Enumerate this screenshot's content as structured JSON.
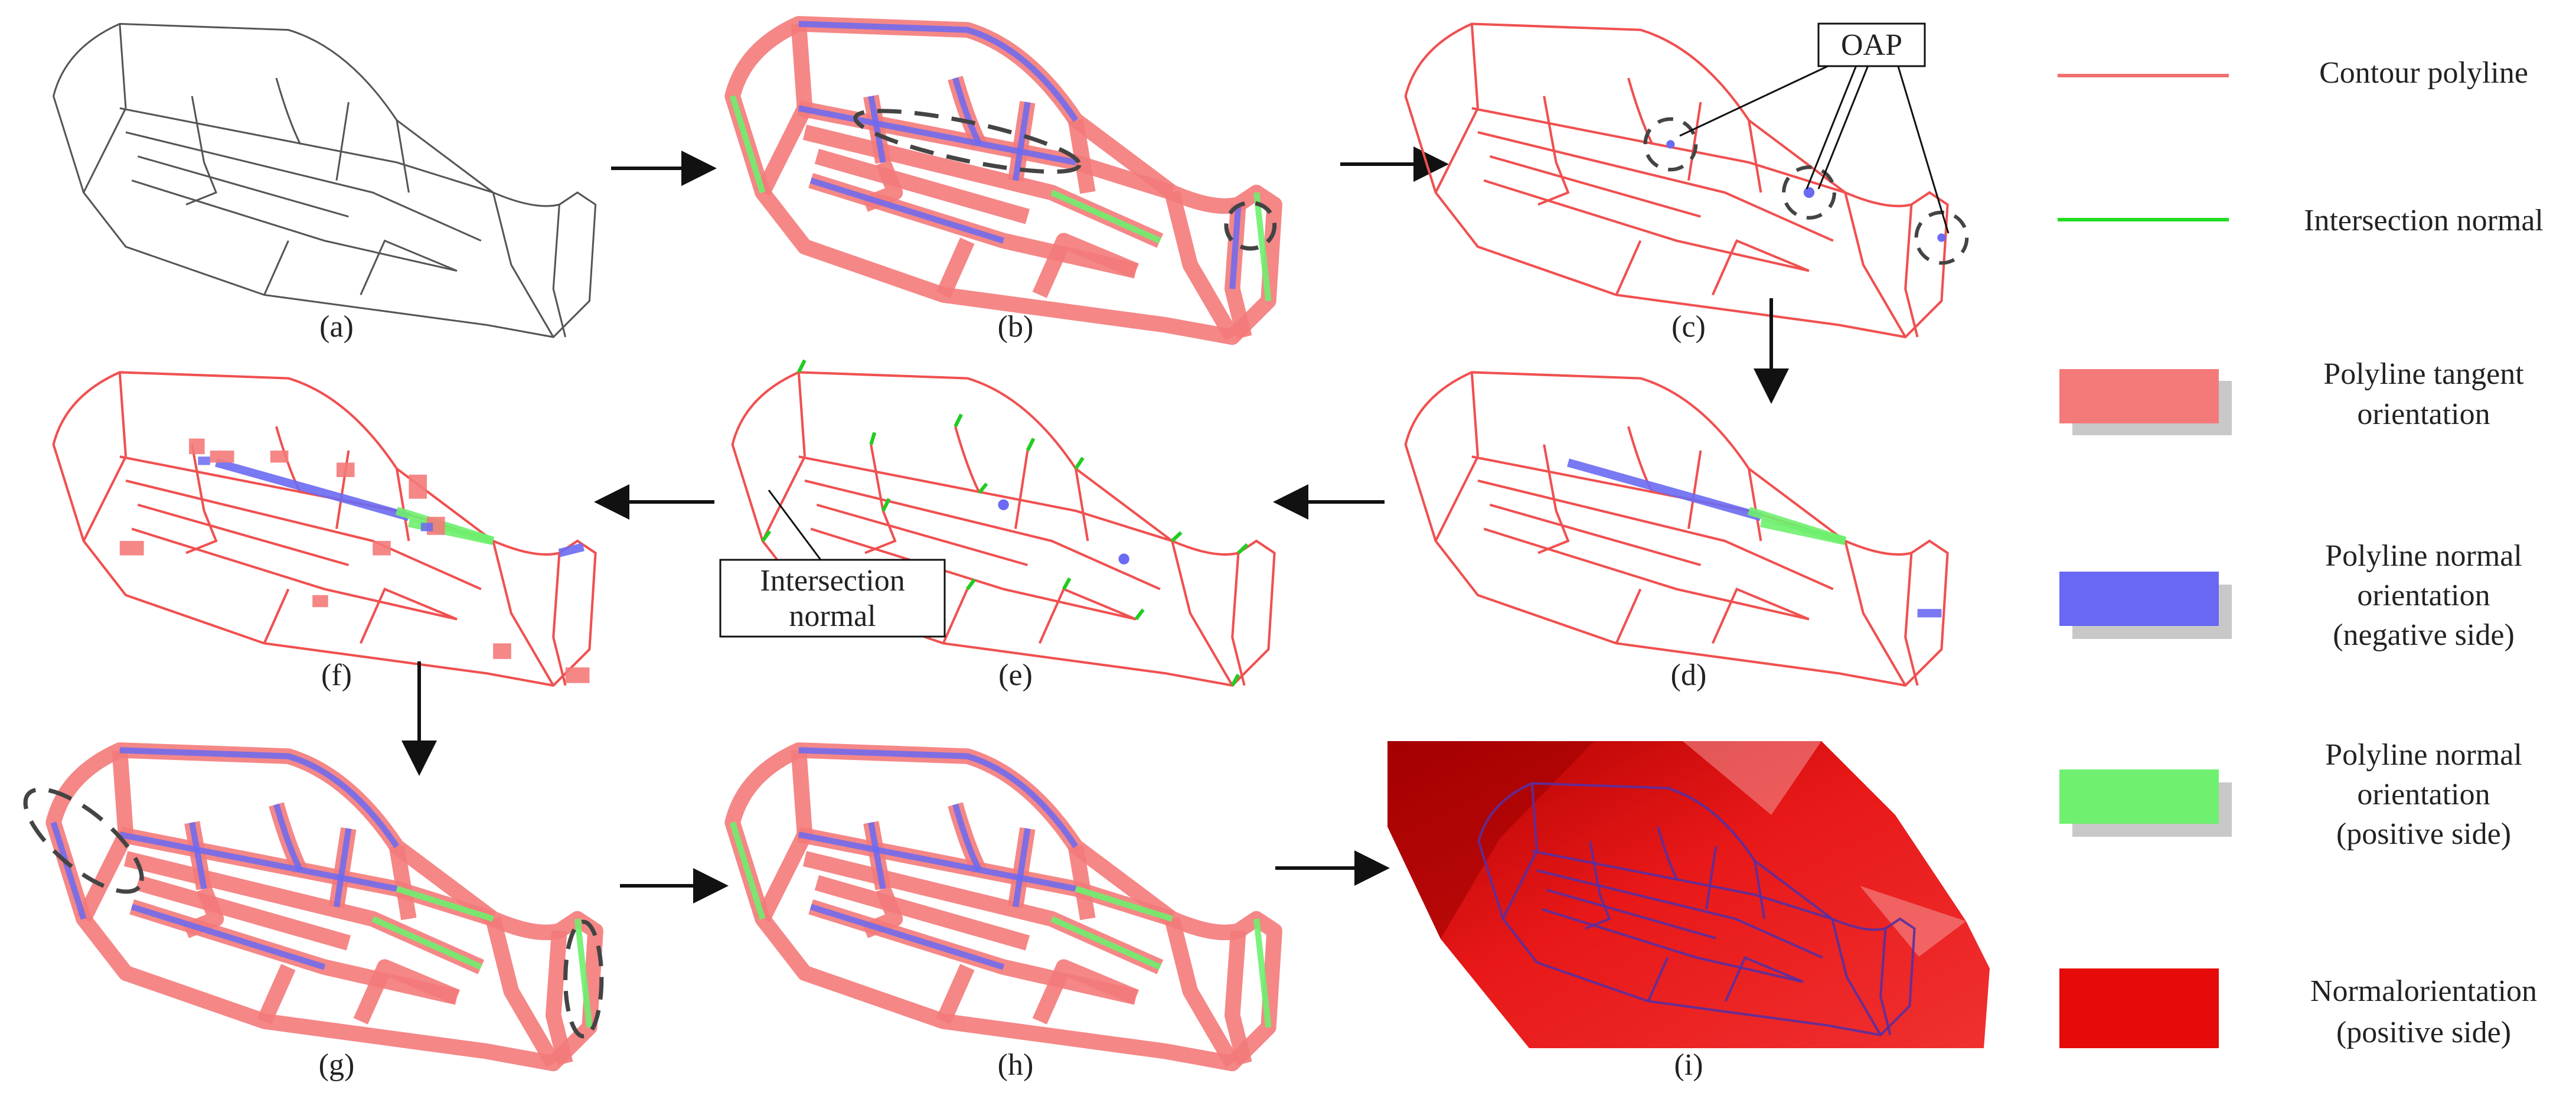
{
  "panels": [
    {
      "id": "a",
      "label": "(a)"
    },
    {
      "id": "b",
      "label": "(b)"
    },
    {
      "id": "c",
      "label": "(c)"
    },
    {
      "id": "d",
      "label": "(d)"
    },
    {
      "id": "e",
      "label": "(e)"
    },
    {
      "id": "f",
      "label": "(f)"
    },
    {
      "id": "g",
      "label": "(g)"
    },
    {
      "id": "h",
      "label": "(h)"
    },
    {
      "id": "i",
      "label": "(i)"
    }
  ],
  "callouts": {
    "oap": "OAP",
    "intersection_normal_line1": "Intersection",
    "intersection_normal_line2": "normal"
  },
  "legend": [
    {
      "lines": [
        "Contour polyline"
      ],
      "swatch": "line",
      "color": "#f07070"
    },
    {
      "lines": [
        "Intersection normal"
      ],
      "swatch": "line",
      "color": "#22dd22"
    },
    {
      "lines": [
        "Polyline tangent",
        "orientation"
      ],
      "swatch": "box",
      "color": "#f47a7a"
    },
    {
      "lines": [
        "Polyline normal",
        "orientation",
        "(negative side)"
      ],
      "swatch": "box",
      "color": "#6868f4"
    },
    {
      "lines": [
        "Polyline normal",
        "orientation",
        "(positive side)"
      ],
      "swatch": "box",
      "color": "#70f070"
    },
    {
      "lines": [
        "Normalorientation",
        "(positive side)"
      ],
      "swatch": "solid",
      "color": "#e60a0a"
    }
  ],
  "colors": {
    "contour": "#f05050",
    "tangent": "#f47a7a",
    "negative": "#6a6af2",
    "positive": "#6ef06e",
    "surface": "#e01010",
    "arrow": "#111111",
    "sketch": "#555555"
  }
}
